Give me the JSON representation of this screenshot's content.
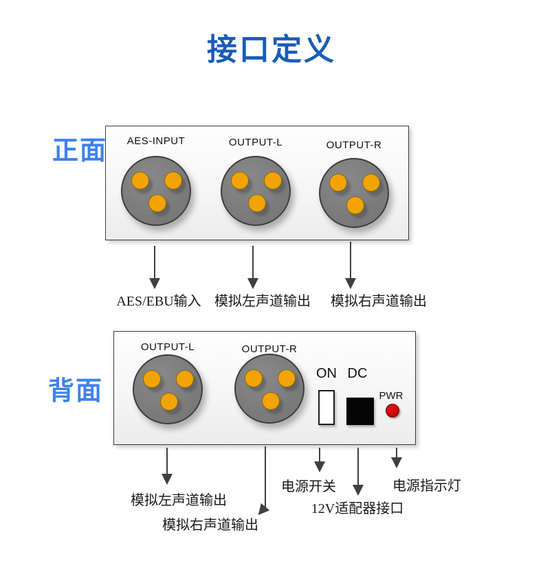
{
  "page": {
    "title": "接口定义"
  },
  "front": {
    "side_label": "正面",
    "connectors": [
      {
        "name": "aes-input",
        "label": "AES-INPUT"
      },
      {
        "name": "output-l",
        "label": "OUTPUT-L"
      },
      {
        "name": "output-r",
        "label": "OUTPUT-R"
      }
    ],
    "callouts": [
      {
        "label": "AES/EBU输入"
      },
      {
        "label": "模拟左声道输出"
      },
      {
        "label": "模拟右声道输出"
      }
    ]
  },
  "back": {
    "side_label": "背面",
    "connectors": [
      {
        "name": "output-l",
        "label": "OUTPUT-L"
      },
      {
        "name": "output-r",
        "label": "OUTPUT-R"
      }
    ],
    "power_switch_label": "ON",
    "dc_jack_label": "DC",
    "power_led_label": "PWR",
    "callouts": [
      {
        "label": "模拟左声道输出"
      },
      {
        "label": "模拟右声道输出"
      },
      {
        "label": "电源开关"
      },
      {
        "label": "12V适配器接口"
      },
      {
        "label": "电源指示灯"
      }
    ]
  },
  "colors": {
    "title_blue": "#1A5CB8",
    "side_label_blue": "#3E82E9",
    "connector_body_gray": "#7C7C7C",
    "pin_orange": "#F2A407",
    "power_led_red": "#C90909",
    "arrow_gray": "#3F3F3F"
  }
}
